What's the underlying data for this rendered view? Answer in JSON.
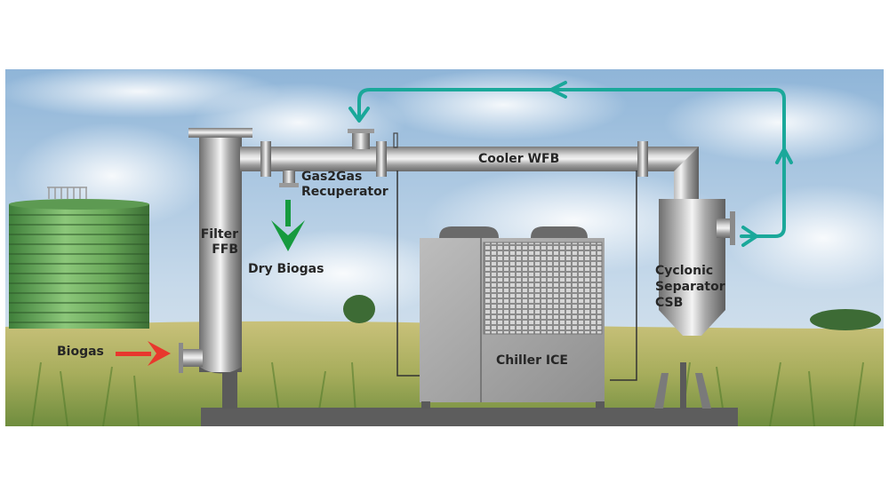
{
  "diagram": {
    "labels": {
      "filter_line1": "Filter",
      "filter_line2": "FFB",
      "recuperator_line1": "Gas2Gas",
      "recuperator_line2": "Recuperator",
      "dry_biogas": "Dry Biogas",
      "cooler": "Cooler WFB",
      "chiller": "Chiller ICE",
      "separator_line1": "Cyclonic",
      "separator_line2": "Separator",
      "separator_line3": "CSB",
      "biogas": "Biogas"
    },
    "colors": {
      "recirculation_arrow": "#1aa89a",
      "dry_biogas_arrow": "#169a3e",
      "biogas_inlet_arrow": "#e8382d",
      "sky": "#a9c6e0",
      "field": "#b8b26a",
      "digester_tank": "#6bab5a",
      "steel": "#a7a7a7",
      "chiller_body": "#a3a3a3",
      "base_skid": "#5d5d5d"
    }
  }
}
